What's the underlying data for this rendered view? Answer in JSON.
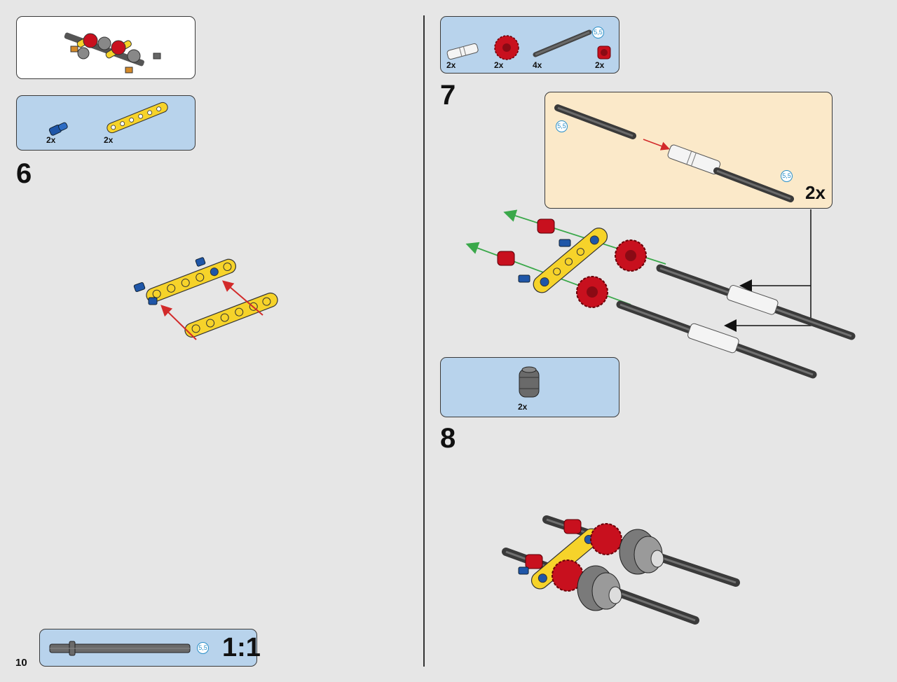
{
  "page_number": "10",
  "left": {
    "previous_result": {},
    "parts_box": {
      "items": [
        {
          "icon": "blue-pin-icon",
          "qty": "2x"
        },
        {
          "icon": "yellow-beam-icon",
          "qty": "2x"
        }
      ]
    },
    "step": {
      "number": "6"
    },
    "scale_box": {
      "length": "5,5",
      "ratio": "1:1"
    }
  },
  "right": {
    "parts_box_7": {
      "items": [
        {
          "icon": "white-connector-icon",
          "qty": "2x"
        },
        {
          "icon": "red-gear-icon",
          "qty": "2x"
        },
        {
          "icon": "axle-icon",
          "qty": "4x",
          "length": "5,5"
        },
        {
          "icon": "red-bush-icon",
          "qty": "2x"
        }
      ]
    },
    "step_7": {
      "number": "7",
      "subassembly": {
        "len_left": "5,5",
        "len_right": "5,5",
        "multiplier": "2x"
      }
    },
    "parts_box_8": {
      "items": [
        {
          "icon": "gray-tyre-icon",
          "qty": "2x"
        }
      ]
    },
    "step_8": {
      "number": "8"
    }
  },
  "colors": {
    "panel_blue": "#b8d3ec",
    "panel_cream": "#fbe9c9",
    "beam_yellow": "#f6d32a",
    "gear_red": "#c8101e",
    "pin_blue": "#1f56a8",
    "axle_gray": "#4a4a4a",
    "arrow_red": "#d22a2a",
    "arrow_green": "#3aa84a"
  }
}
